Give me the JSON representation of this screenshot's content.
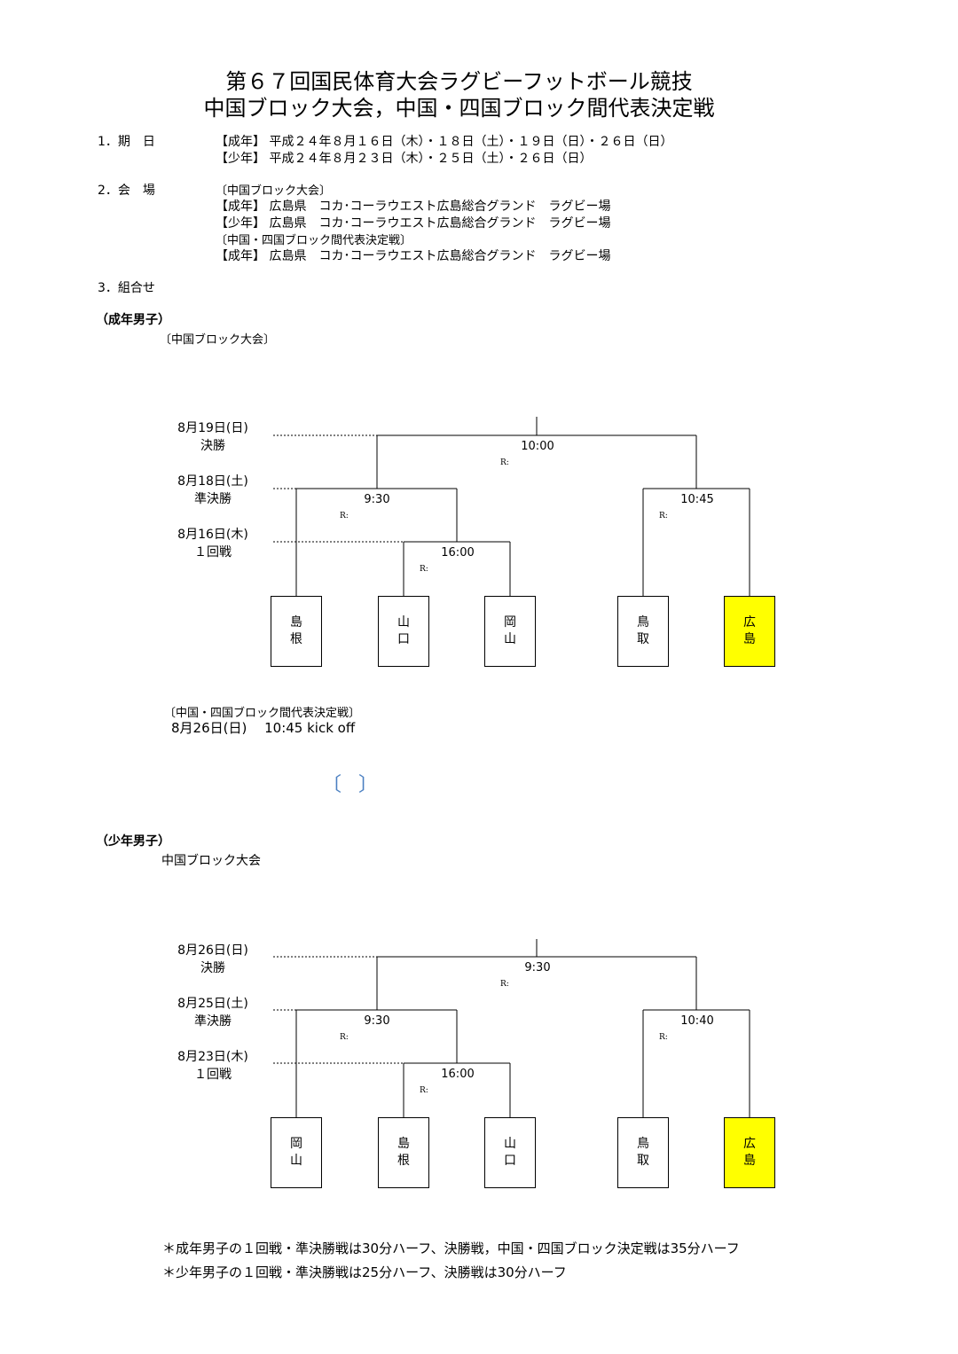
{
  "title": {
    "line1": "第６７回国民体育大会ラグビーフットボール競技",
    "line2": "中国ブロック大会，中国・四国ブロック間代表決定戦"
  },
  "schedule": {
    "label": "1．期　日",
    "rows": [
      "【成年】 平成２４年８月１６日（木）・１８日（土）・１９日（日）・２６日（日）",
      "【少年】 平成２４年８月２３日（木）・２５日（土）・２６日（日）"
    ]
  },
  "venue": {
    "label": "2．会　場",
    "rows": [
      "〔中国ブロック大会〕",
      "【成年】 広島県　コカ･コーラウエスト広島総合グランド　ラグビー場",
      "【少年】 広島県　コカ･コーラウエスト広島総合グランド　ラグビー場",
      "〔中国・四国ブロック間代表決定戦〕",
      "【成年】 広島県　コカ･コーラウエスト広島総合グランド　ラグビー場"
    ]
  },
  "draw_label": "3．組合せ",
  "senior": {
    "heading": "（成年男子）",
    "sub": "〔中国ブロック大会〕",
    "rounds": [
      {
        "date": "8月19日(日)",
        "name": "決勝"
      },
      {
        "date": "8月18日(土)",
        "name": "準決勝"
      },
      {
        "date": "8月16日(木)",
        "name": "１回戦"
      }
    ],
    "times": {
      "final": "10:00",
      "semi_left": "9:30",
      "semi_right": "10:45",
      "first": "16:00"
    },
    "ref": "R:",
    "teams": [
      {
        "l1": "島",
        "l2": "根"
      },
      {
        "l1": "山",
        "l2": "口"
      },
      {
        "l1": "岡",
        "l2": "山"
      },
      {
        "l1": "鳥",
        "l2": "取"
      },
      {
        "l1": "広",
        "l2": "島"
      }
    ],
    "playoff_label": "〔中国・四国ブロック間代表決定戦〕",
    "playoff_date": "8月26日(日)　 10:45 kick off",
    "bracket_open": "〔",
    "bracket_close": "〕"
  },
  "junior": {
    "heading": "（少年男子）",
    "sub": "中国ブロック大会",
    "rounds": [
      {
        "date": "8月26日(日)",
        "name": "決勝"
      },
      {
        "date": "8月25日(土)",
        "name": "準決勝"
      },
      {
        "date": "8月23日(木)",
        "name": "１回戦"
      }
    ],
    "times": {
      "final": "9:30",
      "semi_left": "9:30",
      "semi_right": "10:40",
      "first": "16:00"
    },
    "ref": "R:",
    "teams": [
      {
        "l1": "岡",
        "l2": "山"
      },
      {
        "l1": "島",
        "l2": "根"
      },
      {
        "l1": "山",
        "l2": "口"
      },
      {
        "l1": "鳥",
        "l2": "取"
      },
      {
        "l1": "広",
        "l2": "島"
      }
    ]
  },
  "notes": [
    "＊成年男子の１回戦・準決勝戦は30分ハーフ、決勝戦，中国・四国ブロック決定戦は35分ハーフ",
    "＊少年男子の１回戦・準決勝戦は25分ハーフ、決勝戦は30分ハーフ"
  ],
  "colors": {
    "host_highlight": "#ffff00",
    "blank_bracket": "#4a7fc1"
  }
}
